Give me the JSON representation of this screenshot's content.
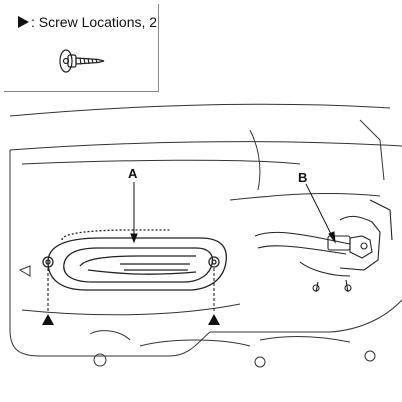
{
  "legend": {
    "text": ": Screw Locations, 2"
  },
  "callouts": {
    "a": "A",
    "b": "B"
  },
  "icons": {
    "legend_marker": "triangle-right-icon",
    "screw": "screw-icon",
    "screw_marker": "triangle-up-icon"
  },
  "colors": {
    "line": "#222222",
    "background": "#ffffff"
  }
}
